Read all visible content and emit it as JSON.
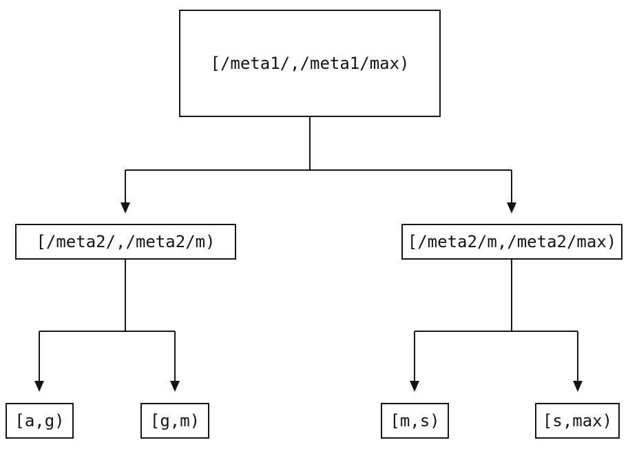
{
  "colors": {
    "line": "#141414",
    "text": "#141414",
    "background": "#ffffff"
  },
  "nodes": {
    "root": {
      "label": "[/meta1/,/meta1/max)"
    },
    "left_child": {
      "label": "[/meta2/,/meta2/m)"
    },
    "right_child": {
      "label": "[/meta2/m,/meta2/max)"
    },
    "leaf_a_g": {
      "label": "[a,g)"
    },
    "leaf_g_m": {
      "label": "[g,m)"
    },
    "leaf_m_s": {
      "label": "[m,s)"
    },
    "leaf_s_max": {
      "label": "[s,max)"
    }
  }
}
